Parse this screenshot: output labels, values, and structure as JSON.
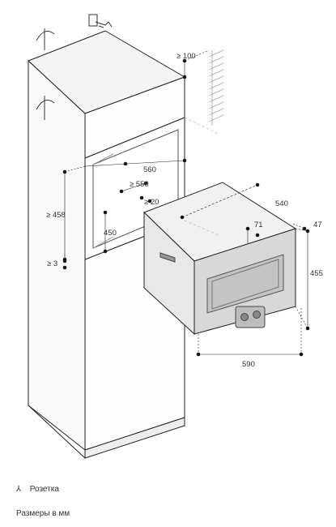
{
  "dimensions": {
    "clearance_top": "≥ 100",
    "niche_width": "560",
    "niche_depth": "≥ 550",
    "vent_gap": "≥ 20",
    "niche_height": "≥ 458",
    "niche_inner": "450",
    "base_gap": "≥ 3",
    "oven_depth": "540",
    "front_offset": "47",
    "panel_offset": "71",
    "oven_height": "455",
    "oven_width": "590"
  },
  "legend": {
    "socket_symbol": "⅄",
    "socket_label": "Розетка",
    "units_note": "Размеры в мм"
  }
}
